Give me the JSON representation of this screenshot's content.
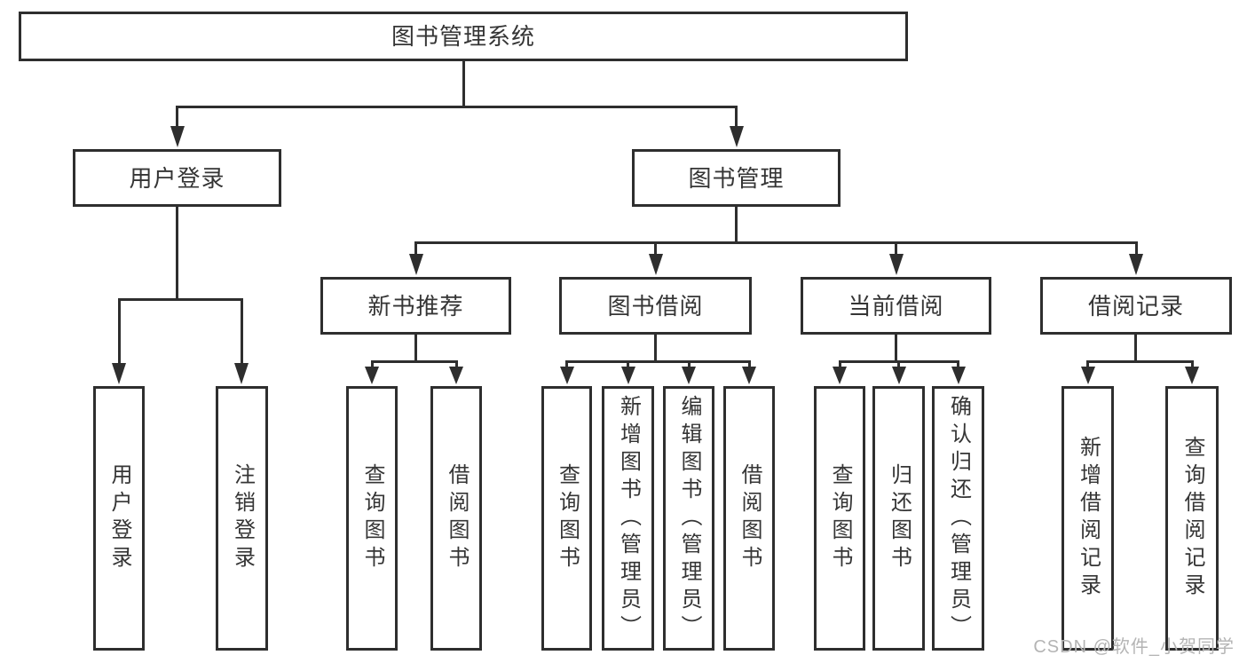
{
  "diagram_title": "图书管理系统",
  "nodes": [
    {
      "id": "root",
      "label": "图书管理系统"
    },
    {
      "id": "user-login",
      "label": "用户登录"
    },
    {
      "id": "book-mgmt",
      "label": "图书管理"
    },
    {
      "id": "leaf-login",
      "label": "用户登录"
    },
    {
      "id": "leaf-logout",
      "label": "注销登录"
    },
    {
      "id": "new-book-rec",
      "label": "新书推荐"
    },
    {
      "id": "book-borrow",
      "label": "图书借阅"
    },
    {
      "id": "current-borrow",
      "label": "当前借阅"
    },
    {
      "id": "borrow-record",
      "label": "借阅记录"
    },
    {
      "id": "nb-query",
      "label": "查询图书"
    },
    {
      "id": "nb-borrow",
      "label": "借阅图书"
    },
    {
      "id": "bb-query",
      "label": "查询图书"
    },
    {
      "id": "bb-add",
      "label": "新增图书（管理员）"
    },
    {
      "id": "bb-edit",
      "label": "编辑图书（管理员）"
    },
    {
      "id": "bb-borrow",
      "label": "借阅图书"
    },
    {
      "id": "cb-query",
      "label": "查询图书"
    },
    {
      "id": "cb-return",
      "label": "归还图书"
    },
    {
      "id": "cb-confirm",
      "label": "确认归还（管理员）"
    },
    {
      "id": "br-add",
      "label": "新增借阅记录"
    },
    {
      "id": "br-query",
      "label": "查询借阅记录"
    }
  ],
  "edges": [
    {
      "from": "root",
      "to": "user-login"
    },
    {
      "from": "root",
      "to": "book-mgmt"
    },
    {
      "from": "user-login",
      "to": "leaf-login"
    },
    {
      "from": "user-login",
      "to": "leaf-logout"
    },
    {
      "from": "book-mgmt",
      "to": "new-book-rec"
    },
    {
      "from": "book-mgmt",
      "to": "book-borrow"
    },
    {
      "from": "book-mgmt",
      "to": "current-borrow"
    },
    {
      "from": "book-mgmt",
      "to": "borrow-record"
    },
    {
      "from": "new-book-rec",
      "to": "nb-query"
    },
    {
      "from": "new-book-rec",
      "to": "nb-borrow"
    },
    {
      "from": "book-borrow",
      "to": "bb-query"
    },
    {
      "from": "book-borrow",
      "to": "bb-add"
    },
    {
      "from": "book-borrow",
      "to": "bb-edit"
    },
    {
      "from": "book-borrow",
      "to": "bb-borrow"
    },
    {
      "from": "current-borrow",
      "to": "cb-query"
    },
    {
      "from": "current-borrow",
      "to": "cb-return"
    },
    {
      "from": "current-borrow",
      "to": "cb-confirm"
    },
    {
      "from": "borrow-record",
      "to": "br-add"
    },
    {
      "from": "borrow-record",
      "to": "br-query"
    }
  ],
  "watermark": {
    "text": "CSDN @软件_小贺同学"
  },
  "colors": {
    "line": "#2e2e2e",
    "border": "#2e2e2e",
    "text": "#353535",
    "watermark": "#b4b4b4",
    "background": "#ffffff"
  }
}
